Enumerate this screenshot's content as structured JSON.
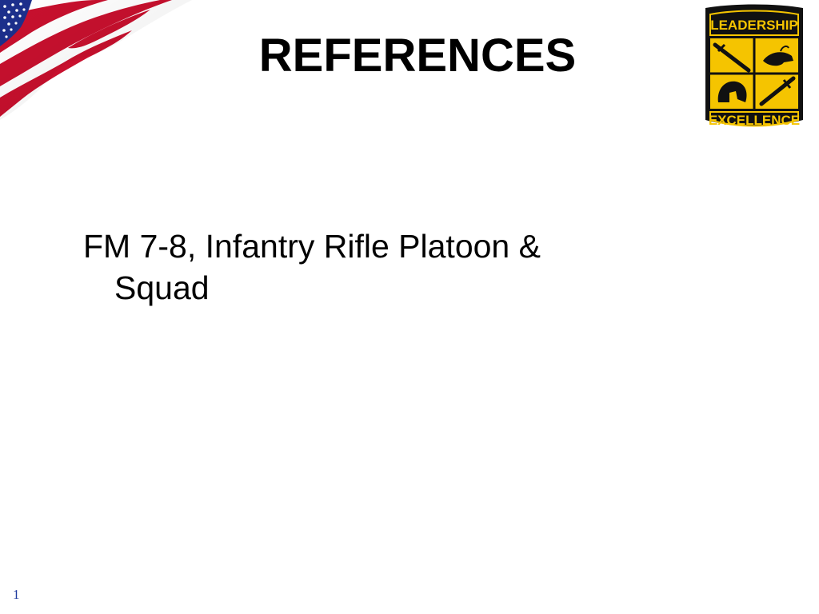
{
  "slide": {
    "title": "REFERENCES",
    "body_line1": "FM 7-8, Infantry Rifle Platoon &",
    "body_line2": "Squad",
    "page_number": "1"
  },
  "badge": {
    "top_text": "LEADERSHIP",
    "bottom_text": "EXCELLENCE"
  },
  "colors": {
    "flag_red": "#c8102e",
    "flag_blue": "#1c2f8c",
    "badge_gold": "#f5c400",
    "badge_black": "#111111",
    "page_number": "#1f3a9e"
  }
}
